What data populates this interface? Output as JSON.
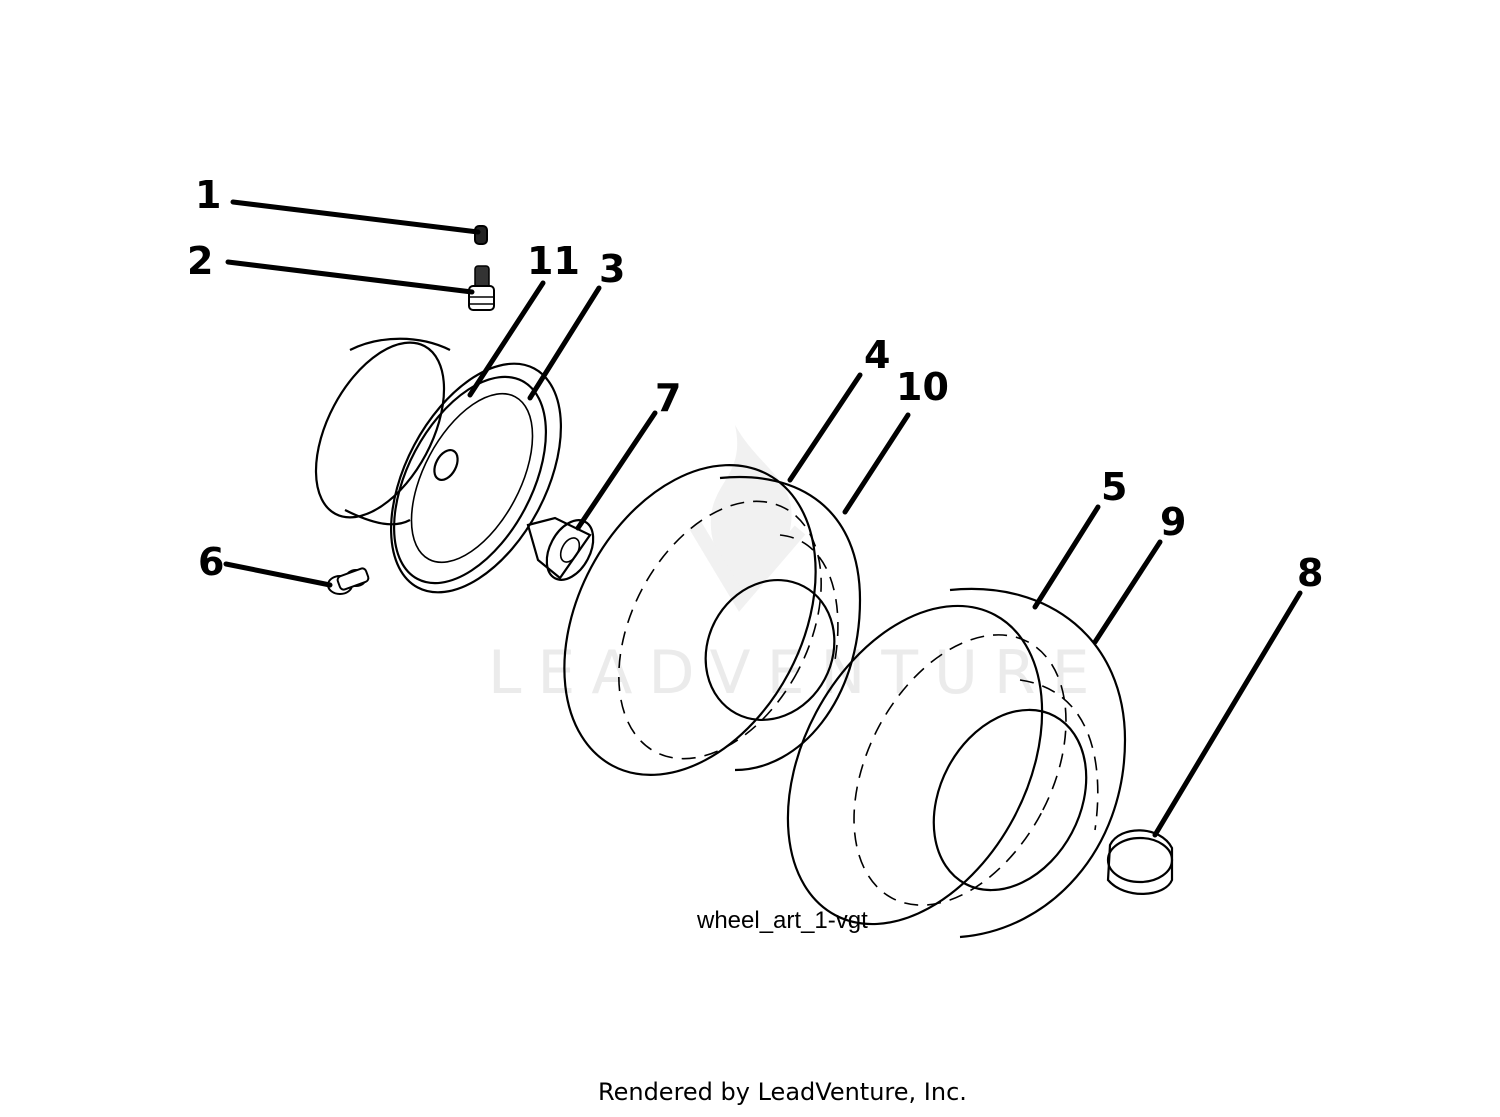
{
  "diagram": {
    "art_id": "wheel_art_1-vgt",
    "footer": "Rendered by LeadVenture, Inc.",
    "watermark": "LEADVENTURE",
    "callouts": [
      "1",
      "2",
      "3",
      "4",
      "5",
      "6",
      "7",
      "8",
      "9",
      "10",
      "11"
    ]
  }
}
